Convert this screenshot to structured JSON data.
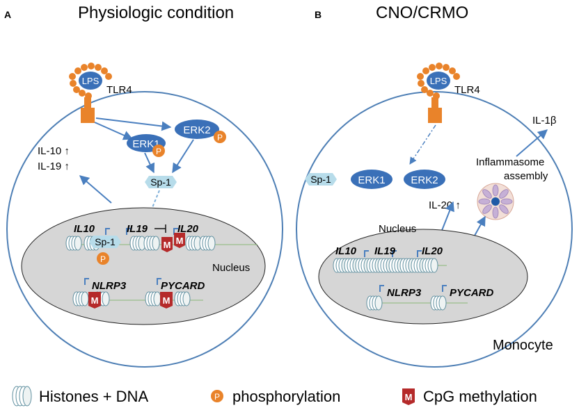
{
  "panel_a": {
    "letter": "A",
    "title": "Physiologic condition",
    "lps": "LPS",
    "tlr4": "TLR4",
    "erk1": "ERK1",
    "erk2": "ERK2",
    "phospho": "P",
    "sp1": "Sp-1",
    "il10_up": "IL-10 ↑",
    "il19_up": "IL-19 ↑",
    "gene_il10": "IL10",
    "gene_il19": "IL19",
    "gene_il20": "IL20",
    "gene_nlrp3": "NLRP3",
    "gene_pycard": "PYCARD",
    "methyl": "M",
    "nucleus": "Nucleus"
  },
  "panel_b": {
    "letter": "B",
    "title": "CNO/CRMO",
    "lps": "LPS",
    "tlr4": "TLR4",
    "erk1": "ERK1",
    "erk2": "ERK2",
    "sp1": "Sp-1",
    "il1b": "IL-1β",
    "inflammasome_1": "Inflammasome",
    "inflammasome_2": "assembly",
    "il20_up": "IL-20 ↑",
    "nucleus": "Nucleus",
    "gene_il10": "IL10",
    "gene_il19": "IL19",
    "gene_il20": "IL20",
    "gene_nlrp3": "NLRP3",
    "gene_pycard": "PYCARD",
    "cell": "Monocyte"
  },
  "legend": {
    "histones": "Histones + DNA",
    "phospho_symbol": "P",
    "phosphorylation": "phosphorylation",
    "methyl_symbol": "M",
    "methylation": "CpG methylation"
  },
  "colors": {
    "blue_oval": "#3a70b8",
    "orange": "#e9832a",
    "arrow": "#4a7fbf",
    "sp1": "#b7dcea",
    "methyl": "#b52a2a",
    "nucleus": "#d6d6d6",
    "cell_border": "#4e7fb5"
  }
}
